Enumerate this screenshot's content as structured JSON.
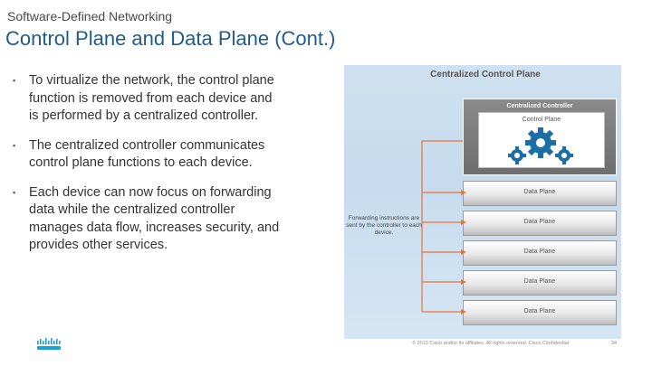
{
  "header": {
    "kicker": "Software-Defined Networking",
    "title": "Control Plane and Data Plane (Cont.)"
  },
  "bullets": [
    "To virtualize the network, the control plane function is removed from each device and is performed by a centralized controller.",
    "The centralized controller communicates control plane functions to each device.",
    "Each device can now focus on forwarding data while the centralized controller manages data flow, increases security, and provides other services."
  ],
  "bullet_marker": "▪",
  "diagram": {
    "title": "Centralized Control Plane",
    "controller_label": "Centralized Controller",
    "control_plane_label": "Control Plane",
    "data_planes": [
      "Data Plane",
      "Data Plane",
      "Data Plane",
      "Data Plane",
      "Data Plane"
    ],
    "forward_note": "Forwarding instructions are sent by the controller to each device.",
    "colors": {
      "arrow": "#e8733a",
      "gear": "#1b6fa6",
      "controller": "#7a7a7a"
    }
  },
  "footer": {
    "copyright": "© 2013 Cisco and/or its affiliates. All rights reserved.   Cisco Confidential",
    "page_number": "34"
  },
  "logo_icon": "cisco-logo-icon"
}
